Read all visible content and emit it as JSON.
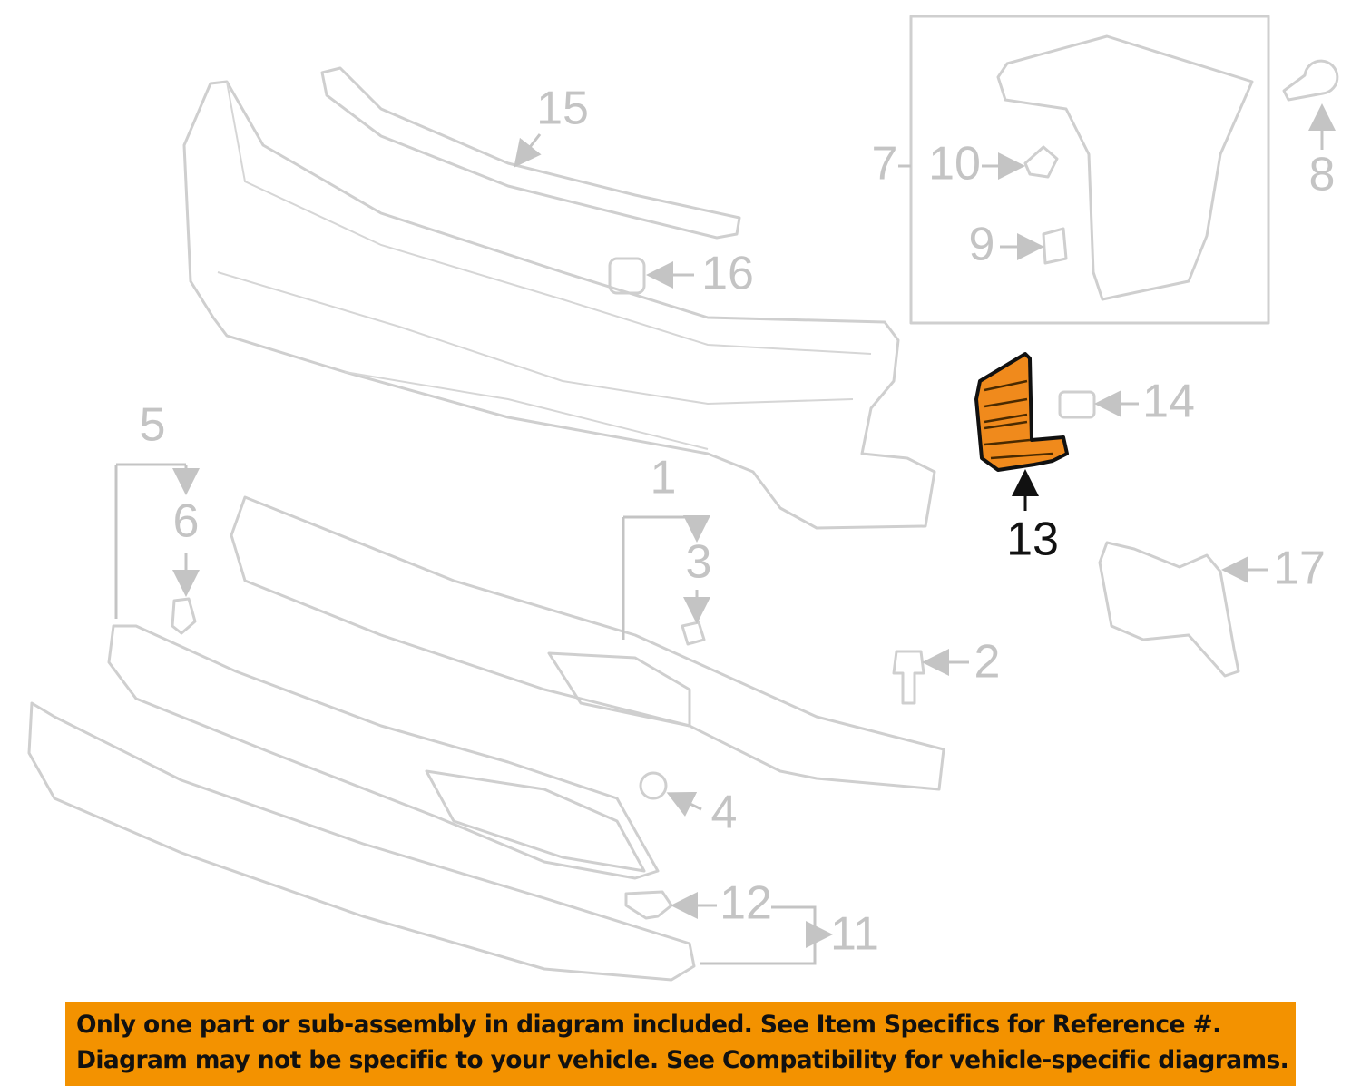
{
  "diagram": {
    "callouts": {
      "c1": "1",
      "c2": "2",
      "c3": "3",
      "c4": "4",
      "c5": "5",
      "c6": "6",
      "c7": "7",
      "c8": "8",
      "c9": "9",
      "c10": "10",
      "c11": "11",
      "c12": "12",
      "c13": "13",
      "c14": "14",
      "c15": "15",
      "c16": "16",
      "c17": "17"
    },
    "highlighted_part": "13",
    "highlight_color": "#f08a1c",
    "line_color": "#cfcfcf"
  },
  "banner": {
    "line1": "Only one part or sub-assembly in diagram included. See Item Specifics for Reference #.",
    "line2": "Diagram may not be specific to your vehicle. See Compatibility for vehicle-specific diagrams.",
    "color": "#f39200"
  }
}
